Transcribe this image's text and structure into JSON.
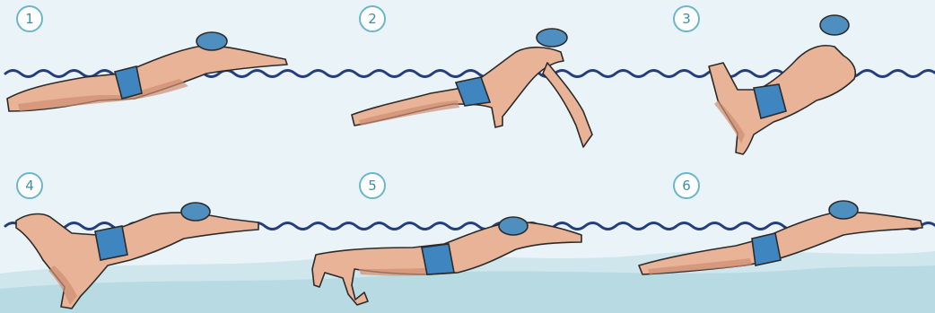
{
  "steps": [
    "1",
    "2",
    "3",
    "4",
    "5",
    "6"
  ],
  "colors": {
    "background": "#eaf3f7",
    "water_band": "#b8dbe3",
    "water_band_light": "#cfe6ec",
    "wave_line": "#243d7c",
    "badge_border": "#6ab7cc",
    "badge_text": "#3e8fa6",
    "skin": "#e8b396",
    "skin_shadow": "#cf8f72",
    "cap": "#4f8fbf",
    "trunks": "#3f86c1",
    "outline": "#2b2b2b"
  }
}
